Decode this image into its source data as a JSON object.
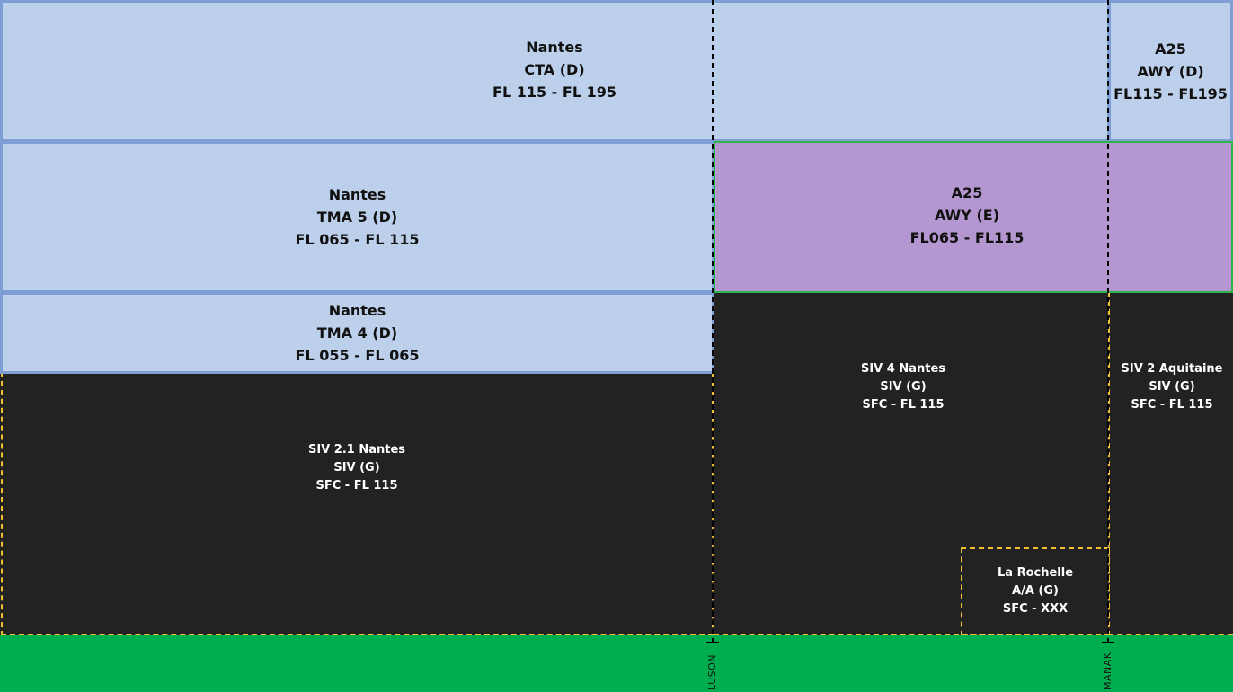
{
  "airspaces": {
    "nantes_cta": {
      "name": "Nantes",
      "class": "CTA (D)",
      "levels": "FL 115 - FL 195"
    },
    "a25_upper": {
      "name": "A25",
      "class": "AWY (D)",
      "levels": "FL115 - FL195"
    },
    "nantes_tma5": {
      "name": "Nantes",
      "class": "TMA 5 (D)",
      "levels": "FL 065 - FL 115"
    },
    "a25_middle": {
      "name": "A25",
      "class": "AWY (E)",
      "levels": "FL065 - FL115"
    },
    "nantes_tma4": {
      "name": "Nantes",
      "class": "TMA 4 (D)",
      "levels": "FL 055 - FL 065"
    },
    "siv21": {
      "name": "SIV 2.1 Nantes",
      "class": "SIV (G)",
      "levels": "SFC - FL 115"
    },
    "siv4": {
      "name": "SIV 4 Nantes",
      "class": "SIV (G)",
      "levels": "SFC - FL 115"
    },
    "siv2_aquitaine": {
      "name": "SIV 2 Aquitaine",
      "class": "SIV (G)",
      "levels": "SFC - FL 115"
    },
    "la_rochelle": {
      "name": "La Rochelle",
      "class": "A/A (G)",
      "levels": "SFC - XXX"
    }
  },
  "waypoints": {
    "luson": "LUSON",
    "manak": "MANAK"
  },
  "colors": {
    "controlled_d": "#bdd0eb",
    "controlled_d_border": "#7f9fd4",
    "class_e": "#b497d0",
    "class_e_border": "#2db54a",
    "class_g": "#222222",
    "siv_border": "#f2c031",
    "ground": "#00ae4f"
  }
}
